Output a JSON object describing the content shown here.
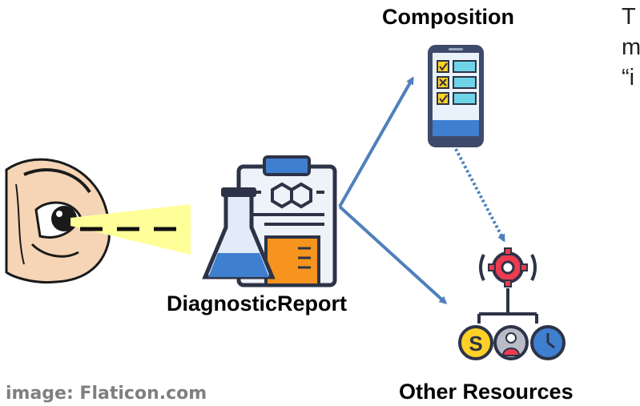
{
  "labels": {
    "composition": "Composition",
    "diagnostic_report": "DiagnosticReport",
    "other_resources": "Other Resources",
    "credit": "image: Flaticon.com"
  },
  "side_text": {
    "line1": "T",
    "line2": "m",
    "line3": "“i"
  },
  "colors": {
    "arrow": "#4f80bd",
    "beam": "#ffff9a",
    "skin": "#f5d5b5",
    "phone_frame": "#3e4a6b",
    "phone_screen": "#e9f1fb",
    "check_yellow": "#ffd028",
    "line_cyan": "#6fd4e8",
    "flask_blue": "#3f7fcf",
    "beaker_orange": "#f7941d",
    "gear_red": "#ef3b4f",
    "credit_gray": "#7f7f7f"
  },
  "icons": [
    "eye-icon",
    "diagnostic-report-icon",
    "composition-icon",
    "other-resources-icon",
    "gear-icon",
    "dollar-icon",
    "person-icon",
    "clock-icon"
  ]
}
